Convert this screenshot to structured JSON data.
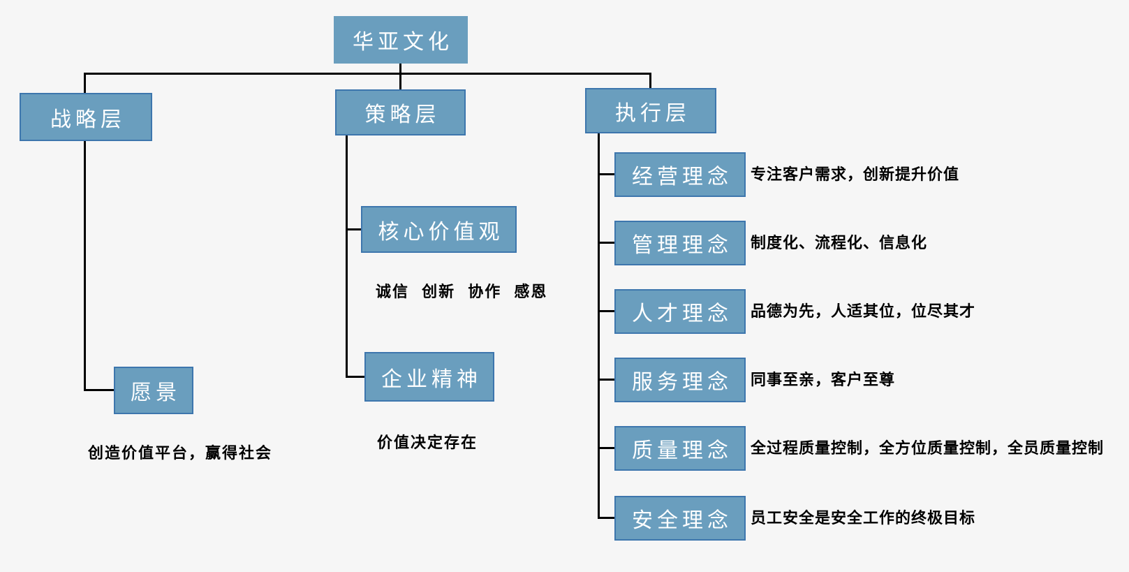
{
  "diagram": {
    "root": {
      "label": "华亚文化"
    },
    "branches": [
      {
        "label": "战略层",
        "children": [
          {
            "label": "愿景",
            "caption": "创造价值平台，赢得社会"
          }
        ]
      },
      {
        "label": "策略层",
        "children": [
          {
            "label": "核心价值观",
            "caption": "诚信 创新 协作 感恩"
          },
          {
            "label": "企业精神",
            "caption": "价值决定存在"
          }
        ]
      },
      {
        "label": "执行层",
        "children": [
          {
            "label": "经营理念",
            "caption": "专注客户需求，创新提升价值"
          },
          {
            "label": "管理理念",
            "caption": "制度化、流程化、信息化"
          },
          {
            "label": "人才理念",
            "caption": "品德为先，人适其位，位尽其才"
          },
          {
            "label": "服务理念",
            "caption": "同事至亲，客户至尊"
          },
          {
            "label": "质量理念",
            "caption": "全过程质量控制，全方位质量控制，全员质量控制"
          },
          {
            "label": "安全理念",
            "caption": "员工安全是安全工作的终极目标"
          }
        ]
      }
    ],
    "colors": {
      "box_fill": "#6a9ebe",
      "box_border": "#3d76ad",
      "box_text": "#ffffff",
      "connector": "#000000",
      "caption_text": "#000000",
      "background": "#f6f6f6"
    }
  }
}
